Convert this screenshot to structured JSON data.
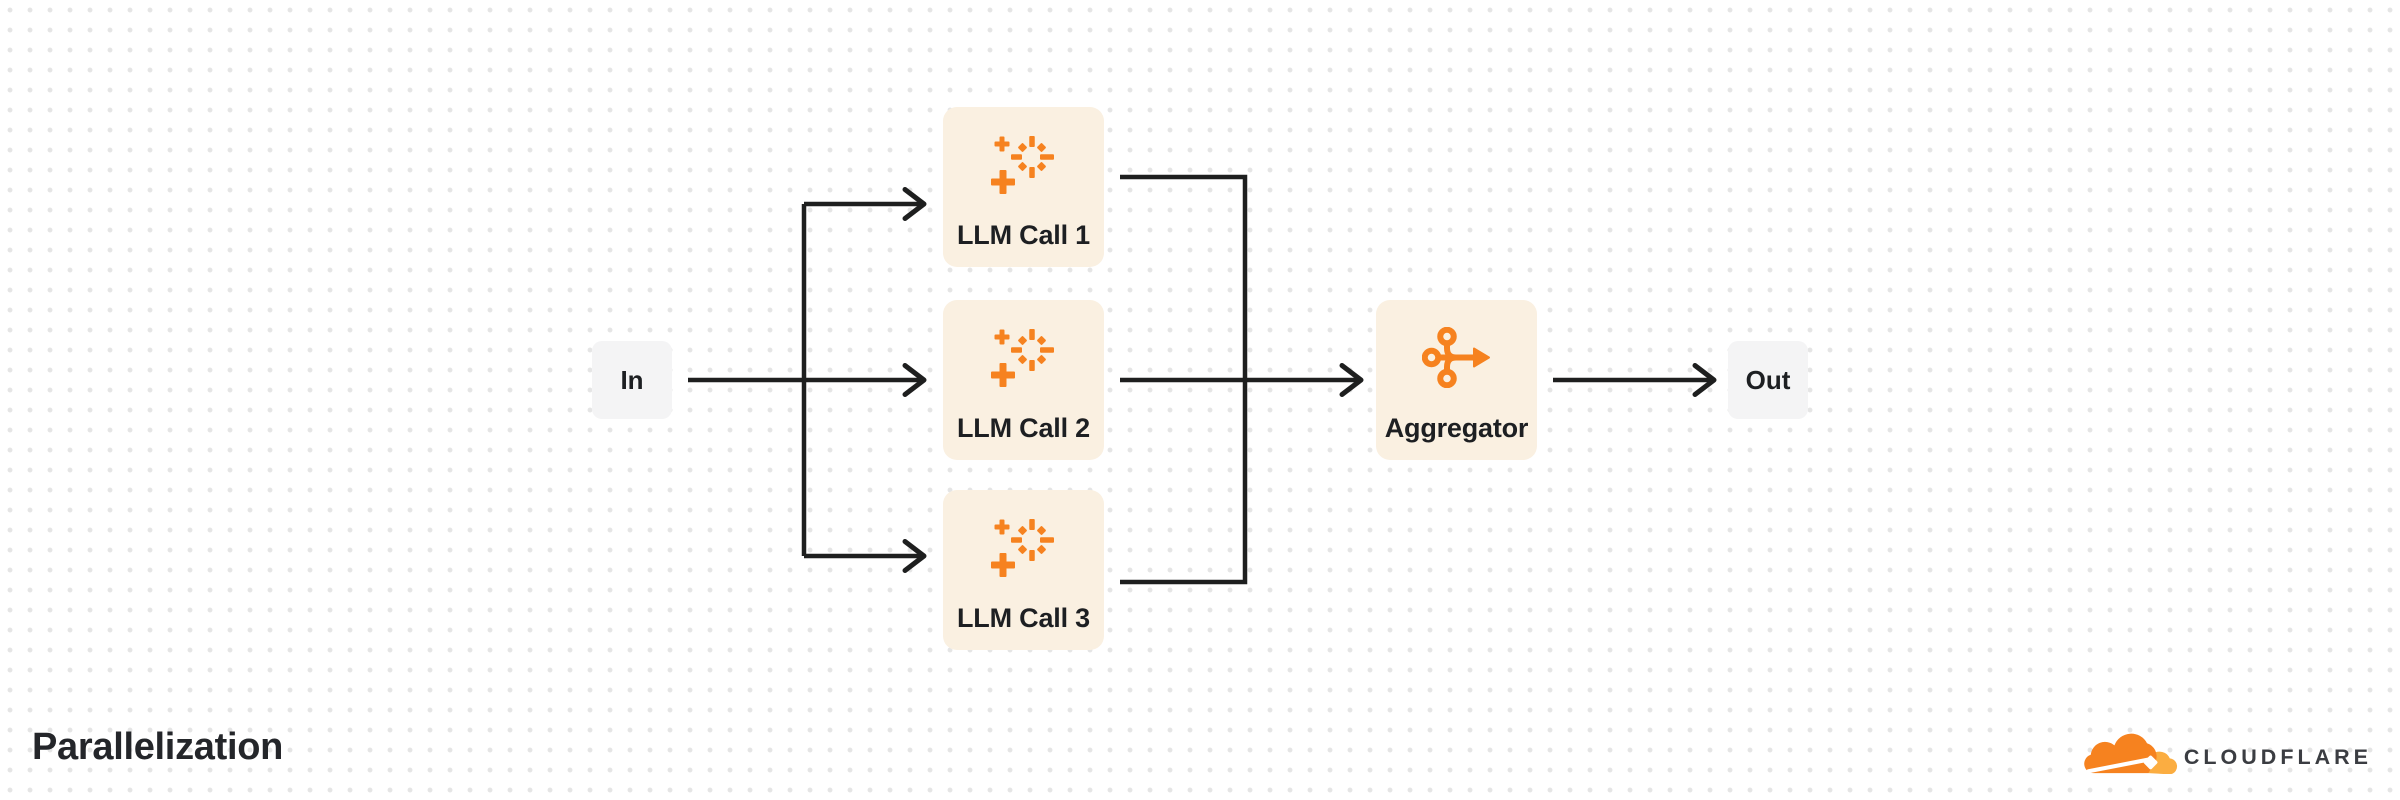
{
  "page": {
    "title": "Parallelization"
  },
  "brand": {
    "name": "CLOUDFLARE",
    "logo_icon": "cloudflare-cloud-icon"
  },
  "colors": {
    "accent_orange": "#F6821F",
    "accent_orange_light": "#FBAD41",
    "node_fill": "#FAF0E1",
    "io_fill": "#F4F4F5",
    "wire": "#1E1F1F",
    "text_dark": "#1D1F22",
    "dot_grid": "#E5E5E5"
  },
  "diagram": {
    "io": {
      "in_label": "In",
      "out_label": "Out"
    },
    "nodes": [
      {
        "label": "LLM Call 1",
        "icon": "sparkle-icon"
      },
      {
        "label": "LLM Call 2",
        "icon": "sparkle-icon"
      },
      {
        "label": "LLM Call 3",
        "icon": "sparkle-icon"
      },
      {
        "label": "Aggregator",
        "icon": "merge-arrow-icon"
      }
    ]
  }
}
